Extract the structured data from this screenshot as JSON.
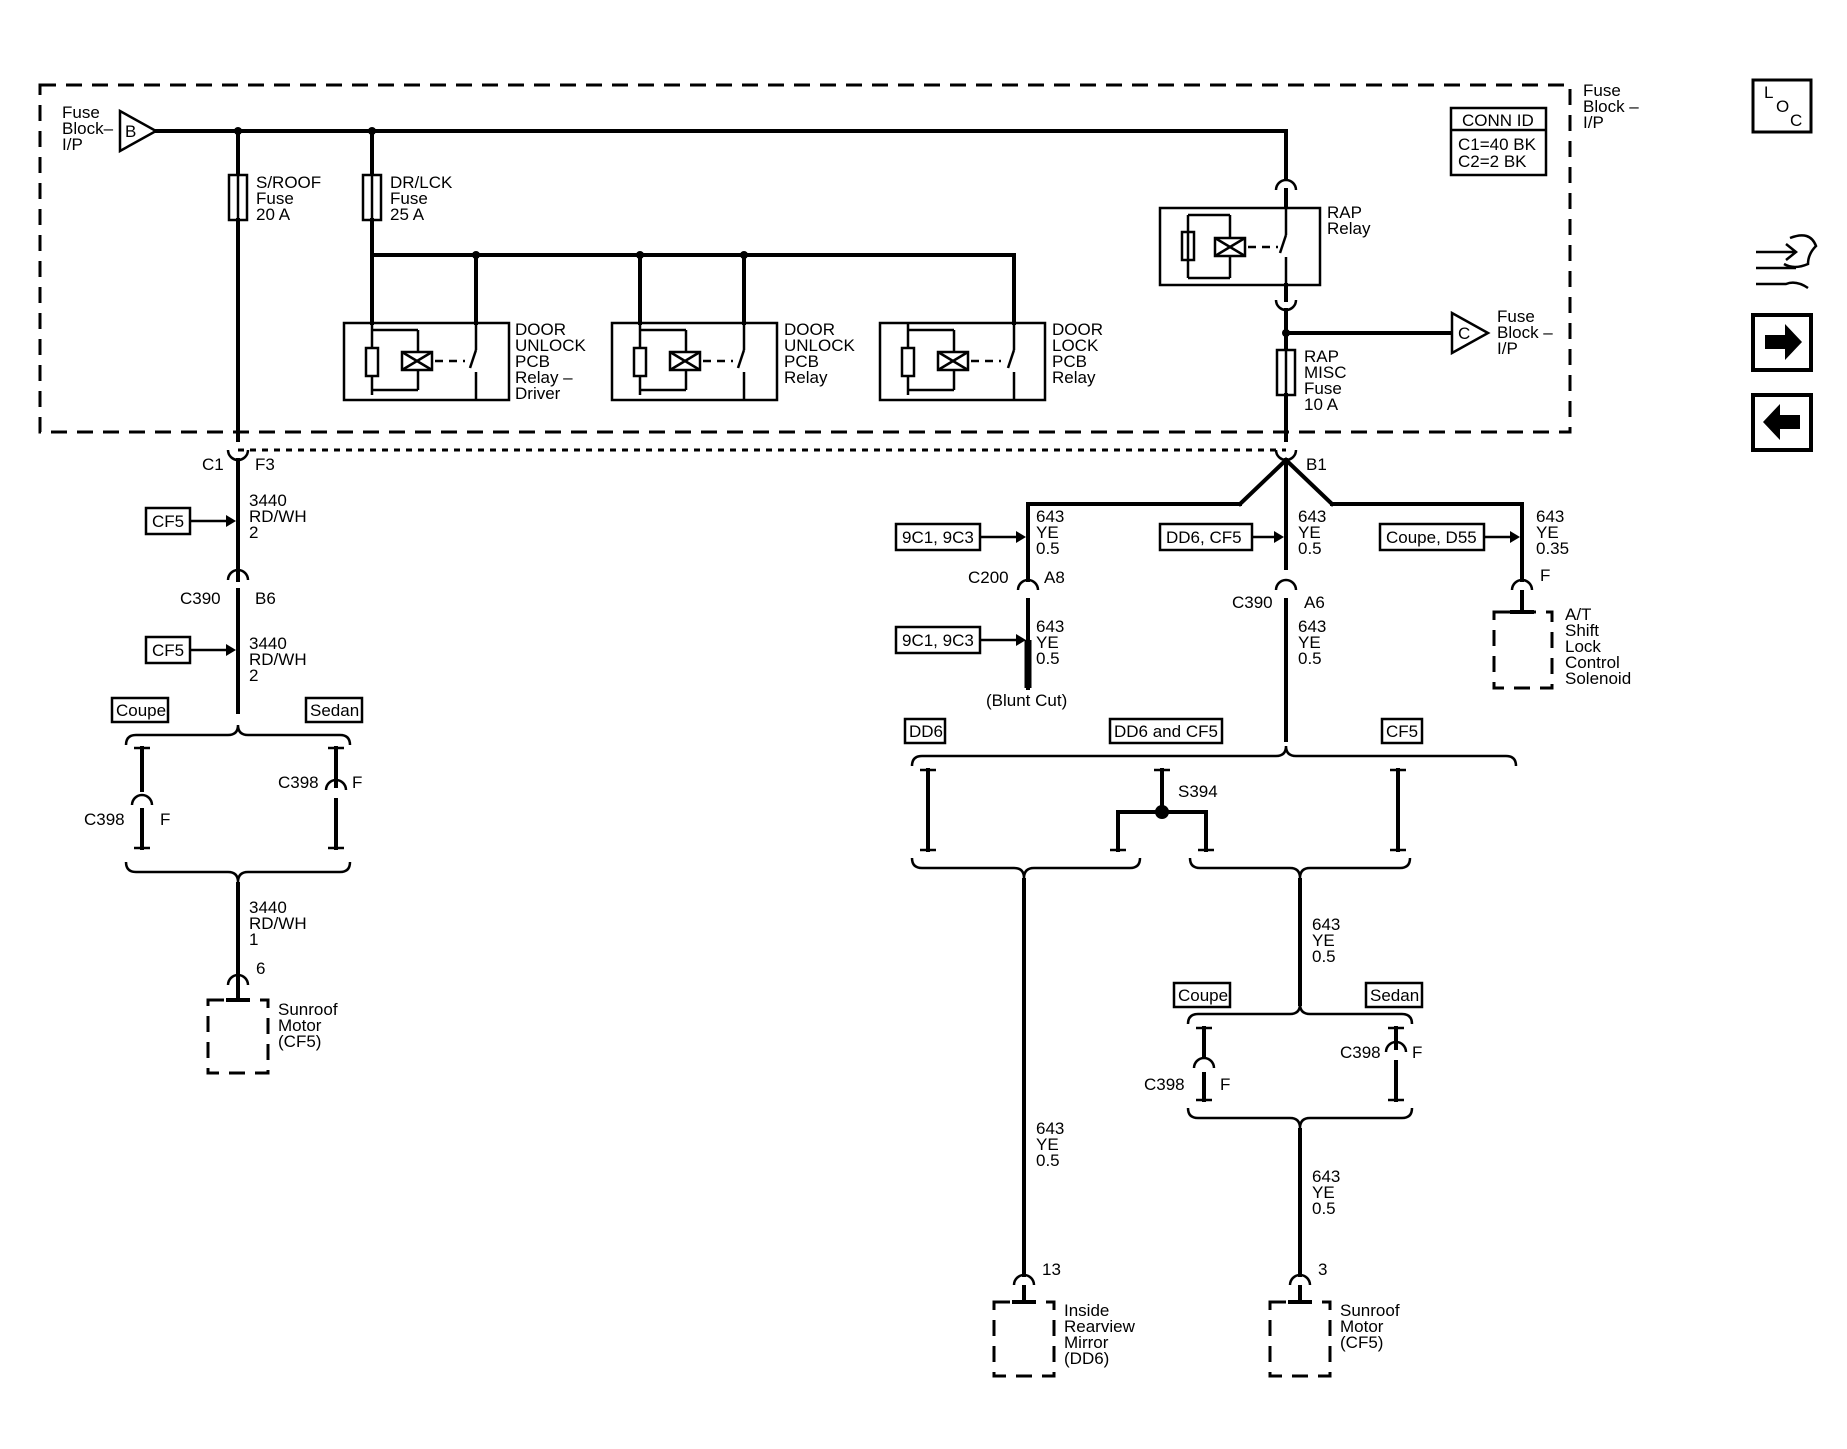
{
  "fuse_block": {
    "label_left": [
      "Fuse",
      "Block–",
      "I/P"
    ],
    "label_right": [
      "Fuse",
      "Block –",
      "I/P"
    ],
    "label_c": [
      "Fuse",
      "Block –",
      "I/P"
    ],
    "bus_b": "B",
    "bus_c": "C"
  },
  "conn_id": {
    "title": "CONN ID",
    "lines": [
      "C1=40 BK",
      "C2=2 BK"
    ]
  },
  "fuses": [
    {
      "lines": [
        "S/ROOF",
        "Fuse",
        "20 A"
      ]
    },
    {
      "lines": [
        "DR/LCK",
        "Fuse",
        "25 A"
      ]
    },
    {
      "lines": [
        "RAP",
        "MISC",
        "Fuse",
        "10 A"
      ]
    }
  ],
  "relays": [
    {
      "lines": [
        "DOOR",
        "UNLOCK",
        "PCB",
        "Relay –",
        "Driver"
      ]
    },
    {
      "lines": [
        "DOOR",
        "UNLOCK",
        "PCB",
        "Relay"
      ]
    },
    {
      "lines": [
        "DOOR",
        "LOCK",
        "PCB",
        "Relay"
      ]
    },
    {
      "lines": [
        "RAP",
        "Relay"
      ]
    }
  ],
  "left_branch": {
    "c1": "C1",
    "f3": "F3",
    "wire1": [
      "3440",
      "RD/WH",
      "2"
    ],
    "ref1": "CF5",
    "c390": "C390",
    "b6": "B6",
    "wire2": [
      "3440",
      "RD/WH",
      "2"
    ],
    "ref2": "CF5",
    "coupe": "Coupe",
    "sedan": "Sedan",
    "c398_left": "C398",
    "f_left": "F",
    "c398_right": "C398",
    "f_right": "F",
    "wire3": [
      "3440",
      "RD/WH",
      "1"
    ],
    "pin": "6",
    "device": [
      "Sunroof",
      "Motor",
      "(CF5)"
    ]
  },
  "right_branch": {
    "b1": "B1",
    "ref_a": "9C1, 9C3",
    "wire_a": [
      "643",
      "YE",
      "0.5"
    ],
    "c200": "C200",
    "a8": "A8",
    "ref_a2": "9C1, 9C3",
    "wire_a2": [
      "643",
      "YE",
      "0.5"
    ],
    "blunt": "(Blunt Cut)",
    "ref_b": "DD6, CF5",
    "wire_b": [
      "643",
      "YE",
      "0.5"
    ],
    "c390": "C390",
    "a6": "A6",
    "wire_b2": [
      "643",
      "YE",
      "0.5"
    ],
    "ref_c": "Coupe, D55",
    "wire_c": [
      "643",
      "YE",
      "0.35"
    ],
    "f_c": "F",
    "device_c": [
      "A/T",
      "Shift",
      "Lock",
      "Control",
      "Solenoid"
    ],
    "dd6": "DD6",
    "dd6cf5": "DD6 and CF5",
    "cf5": "CF5",
    "s394": "S394",
    "wire_d": [
      "643",
      "YE",
      "0.5"
    ],
    "pin_d": "13",
    "device_d": [
      "Inside",
      "Rearview",
      "Mirror",
      "(DD6)"
    ],
    "wire_e": [
      "643",
      "YE",
      "0.5"
    ],
    "coupe": "Coupe",
    "sedan": "Sedan",
    "c398_left": "C398",
    "f_left": "F",
    "c398_right": "C398",
    "f_right": "F",
    "wire_f": [
      "643",
      "YE",
      "0.5"
    ],
    "pin_f": "3",
    "device_f": [
      "Sunroof",
      "Motor",
      "(CF5)"
    ]
  },
  "loc_box": {
    "l": "L",
    "o": "O",
    "c": "C"
  }
}
